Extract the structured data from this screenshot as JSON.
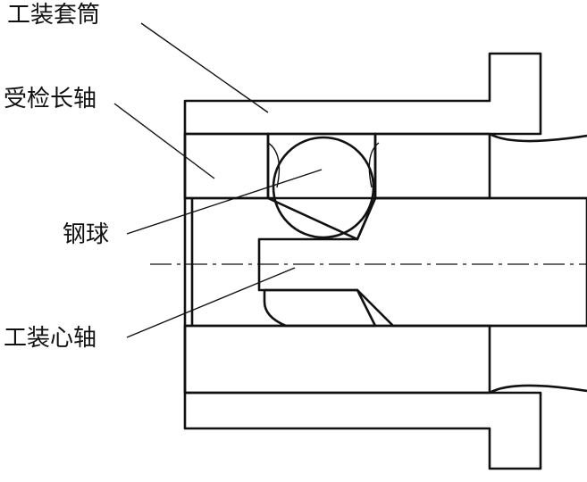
{
  "labels": {
    "sleeve": "工装套筒",
    "long_shaft": "受检长轴",
    "ball": "钢球",
    "mandrel": "工装心轴"
  },
  "colors": {
    "line": "#111111",
    "background": "#ffffff"
  }
}
